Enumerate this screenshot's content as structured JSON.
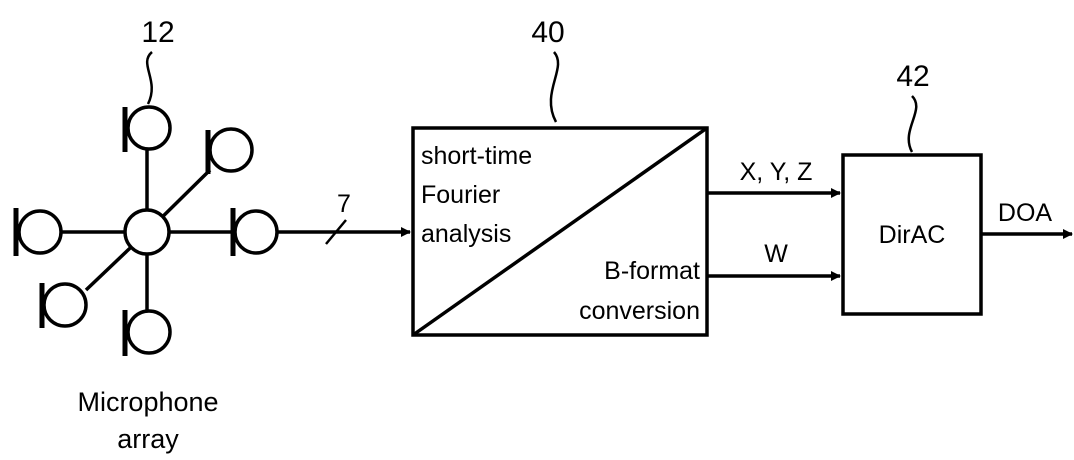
{
  "reference_numerals": {
    "microphone_array": "12",
    "stft_block": "40",
    "dirac_block": "42"
  },
  "microphone_array": {
    "caption_line1": "Microphone",
    "caption_line2": "array",
    "bus_width": "7"
  },
  "stft_block": {
    "label_line1": "short-time",
    "label_line2": "Fourier",
    "label_line3": "analysis",
    "label_line4": "B-format",
    "label_line5": "conversion"
  },
  "signals": {
    "xyz": "X, Y, Z",
    "w": "W"
  },
  "dirac_block": {
    "label": "DirAC"
  },
  "output": {
    "label": "DOA"
  }
}
